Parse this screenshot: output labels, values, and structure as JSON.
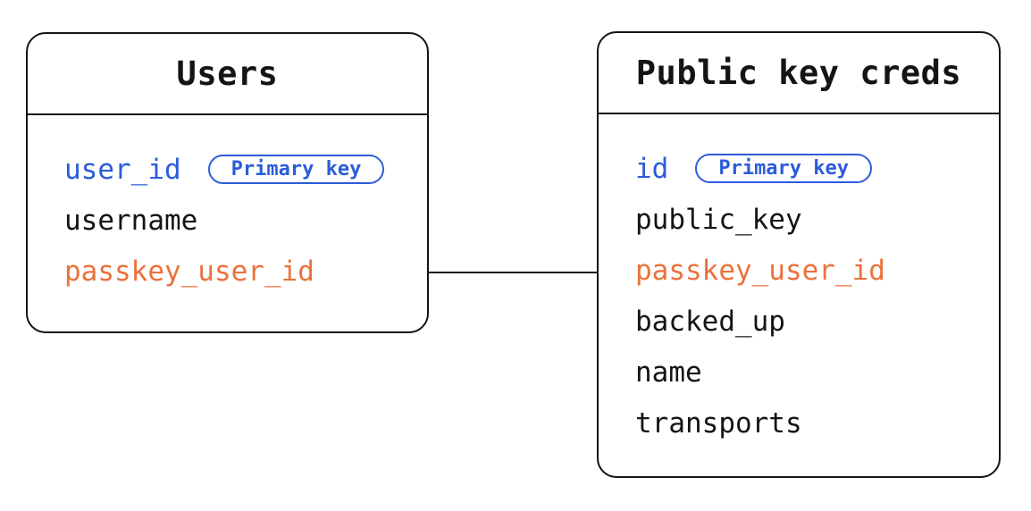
{
  "colors": {
    "primary_key": "#2B5CD9",
    "foreign_key": "#EB713B",
    "text": "#141414",
    "line": "#141414",
    "background": "#FFFFFF"
  },
  "badge_label": "Primary key",
  "tables": [
    {
      "title": "Users",
      "fields": [
        {
          "name": "user_id",
          "role": "primary-key",
          "badge": "Primary key"
        },
        {
          "name": "username",
          "role": "normal"
        },
        {
          "name": "passkey_user_id",
          "role": "foreign-key"
        }
      ]
    },
    {
      "title": "Public key creds",
      "fields": [
        {
          "name": "id",
          "role": "primary-key",
          "badge": "Primary key"
        },
        {
          "name": "public_key",
          "role": "normal"
        },
        {
          "name": "passkey_user_id",
          "role": "foreign-key"
        },
        {
          "name": "backed_up",
          "role": "normal"
        },
        {
          "name": "name",
          "role": "normal"
        },
        {
          "name": "transports",
          "role": "normal"
        }
      ]
    }
  ],
  "relationship": {
    "from_table": "Users",
    "from_field": "passkey_user_id",
    "to_table": "Public key creds",
    "to_field": "passkey_user_id"
  }
}
